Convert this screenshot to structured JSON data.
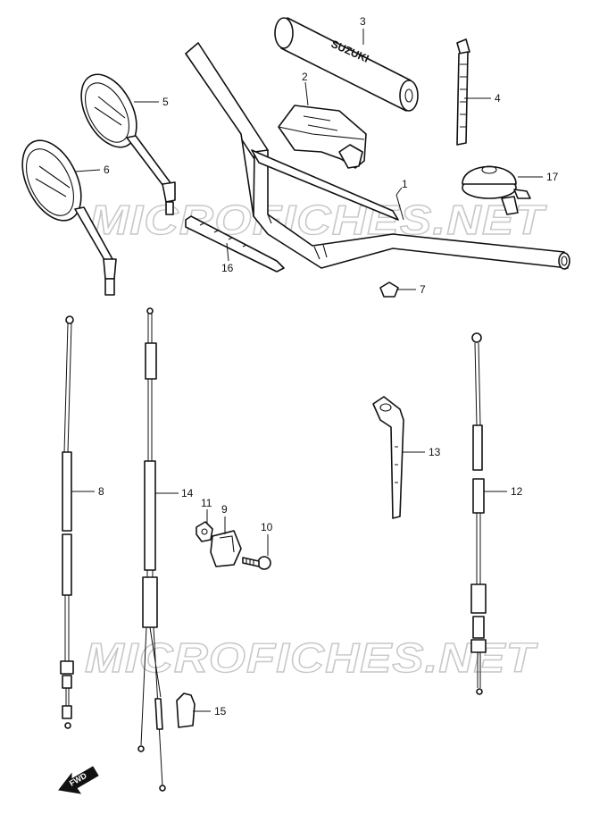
{
  "watermark": "MICROFICHES.NET",
  "direction_tag": "FWD",
  "brand_print": "SUZUKI",
  "parts": [
    {
      "key": "handlebar",
      "number": "1"
    },
    {
      "key": "switch_housing",
      "number": "2"
    },
    {
      "key": "handlebar_pad",
      "number": "3"
    },
    {
      "key": "strap_band",
      "number": "4"
    },
    {
      "key": "mirror_right",
      "number": "5"
    },
    {
      "key": "mirror_left",
      "number": "6"
    },
    {
      "key": "end_plug",
      "number": "7"
    },
    {
      "key": "cable_8",
      "number": "8"
    },
    {
      "key": "clamp",
      "number": "9"
    },
    {
      "key": "screw",
      "number": "10"
    },
    {
      "key": "nut",
      "number": "11"
    },
    {
      "key": "cable_12",
      "number": "12"
    },
    {
      "key": "clip_13",
      "number": "13"
    },
    {
      "key": "cable_14",
      "number": "14"
    },
    {
      "key": "cap",
      "number": "15"
    },
    {
      "key": "band_16",
      "number": "16"
    },
    {
      "key": "bell",
      "number": "17"
    }
  ]
}
